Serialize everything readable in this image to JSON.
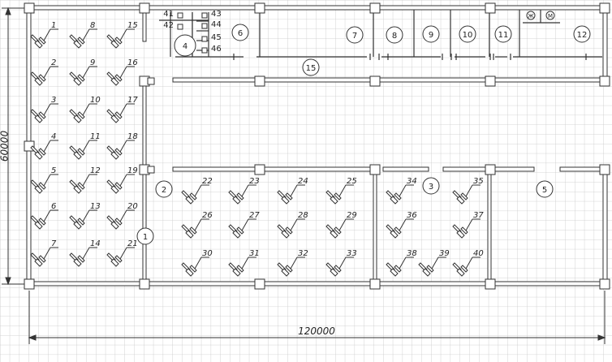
{
  "dimensions": {
    "width_label": "120000",
    "height_label": "60000"
  },
  "machines": [
    {
      "label": "1",
      "col": 0,
      "row": 0
    },
    {
      "label": "8",
      "col": 1,
      "row": 0
    },
    {
      "label": "15",
      "col": 2,
      "row": 0
    },
    {
      "label": "2",
      "col": 0,
      "row": 1
    },
    {
      "label": "9",
      "col": 1,
      "row": 1
    },
    {
      "label": "16",
      "col": 2,
      "row": 1
    },
    {
      "label": "3",
      "col": 0,
      "row": 2
    },
    {
      "label": "10",
      "col": 1,
      "row": 2
    },
    {
      "label": "17",
      "col": 2,
      "row": 2
    },
    {
      "label": "4",
      "col": 0,
      "row": 3
    },
    {
      "label": "11",
      "col": 1,
      "row": 3
    },
    {
      "label": "18",
      "col": 2,
      "row": 3
    },
    {
      "label": "5",
      "col": 0,
      "row": 4
    },
    {
      "label": "12",
      "col": 1,
      "row": 4
    },
    {
      "label": "19",
      "col": 2,
      "row": 4
    },
    {
      "label": "6",
      "col": 0,
      "row": 5
    },
    {
      "label": "13",
      "col": 1,
      "row": 5
    },
    {
      "label": "20",
      "col": 2,
      "row": 5
    },
    {
      "label": "7",
      "col": 0,
      "row": 6
    },
    {
      "label": "14",
      "col": 1,
      "row": 6
    },
    {
      "label": "21",
      "col": 2,
      "row": 6
    },
    {
      "label": "22",
      "col": 3,
      "row": 0
    },
    {
      "label": "23",
      "col": 4,
      "row": 0
    },
    {
      "label": "24",
      "col": 5,
      "row": 0
    },
    {
      "label": "25",
      "col": 6,
      "row": 0
    },
    {
      "label": "26",
      "col": 3,
      "row": 1
    },
    {
      "label": "27",
      "col": 4,
      "row": 1
    },
    {
      "label": "28",
      "col": 5,
      "row": 1
    },
    {
      "label": "29",
      "col": 6,
      "row": 1
    },
    {
      "label": "30",
      "col": 3,
      "row": 2
    },
    {
      "label": "31",
      "col": 4,
      "row": 2
    },
    {
      "label": "32",
      "col": 5,
      "row": 2
    },
    {
      "label": "33",
      "col": 6,
      "row": 2
    },
    {
      "label": "34",
      "col": 7,
      "row": 0
    },
    {
      "label": "35",
      "col": 9,
      "row": 0
    },
    {
      "label": "36",
      "col": 7,
      "row": 1
    },
    {
      "label": "37",
      "col": 9,
      "row": 1
    },
    {
      "label": "38",
      "col": 7,
      "row": 2
    },
    {
      "label": "39",
      "col": 8,
      "row": 2
    },
    {
      "label": "40",
      "col": 9,
      "row": 2
    }
  ],
  "zones": [
    "1",
    "2",
    "3",
    "4",
    "5",
    "6",
    "7",
    "8",
    "9",
    "10",
    "11",
    "12",
    "15"
  ],
  "small_rooms": [
    "41",
    "42",
    "43",
    "44",
    "45",
    "46"
  ],
  "toilet_symbols": [
    "Ж",
    "М"
  ]
}
